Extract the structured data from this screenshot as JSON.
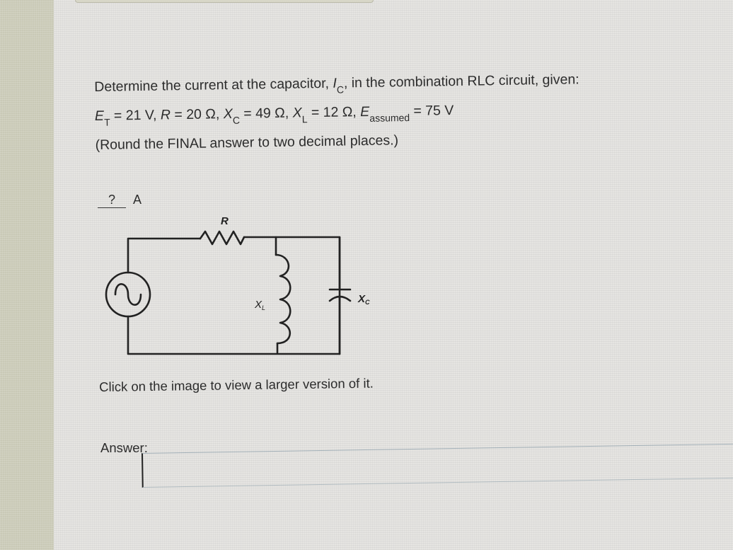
{
  "question": {
    "line1_prefix": "Determine the current at the capacitor, ",
    "line1_var": "I",
    "line1_var_sub": "C",
    "line1_suffix": ", in the combination RLC circuit, given:",
    "given": {
      "et_var": "E",
      "et_sub": "T",
      "et_value": " = 21 V, ",
      "r_var": "R",
      "r_value": " = 20 Ω, ",
      "xc_var": "X",
      "xc_sub": "C",
      "xc_value": " = 49 Ω, ",
      "xl_var": "X",
      "xl_sub": "L",
      "xl_value": " = 12 Ω, ",
      "ea_var": "E",
      "ea_sub": "assumed",
      "ea_value": " = 75 V"
    },
    "instruction": "(Round the FINAL answer to two decimal places.)"
  },
  "answer_blank": {
    "placeholder": "?",
    "unit": "A"
  },
  "circuit": {
    "resistor_label": "R",
    "inductor_label": "X",
    "inductor_label_sub": "L",
    "capacitor_label": "X",
    "capacitor_label_sub": "C",
    "source_icon": "ac-source-icon"
  },
  "caption": "Click on the image to view a larger version of it.",
  "answer": {
    "label": "Answer:",
    "value": ""
  }
}
